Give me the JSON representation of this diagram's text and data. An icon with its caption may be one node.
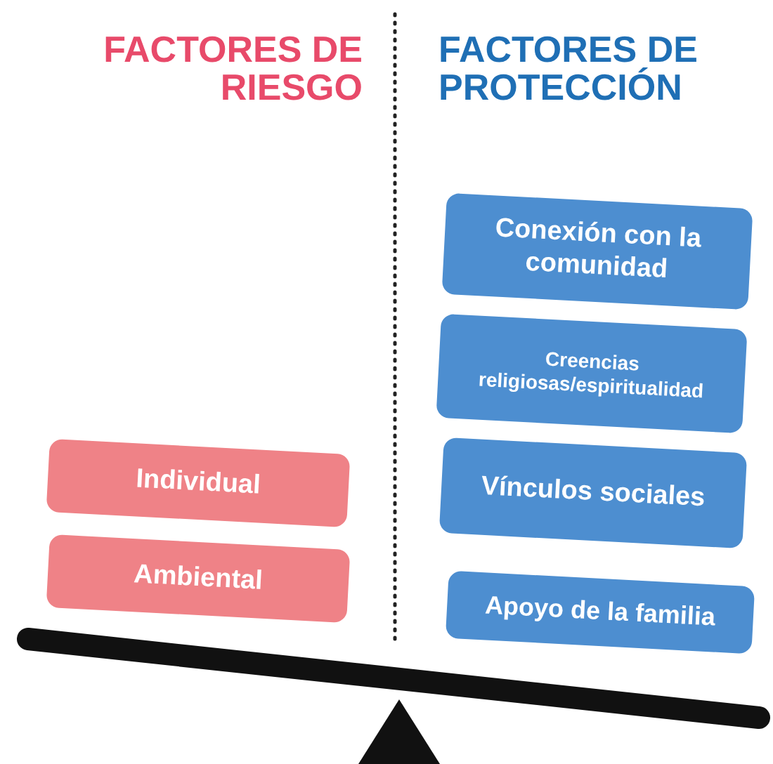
{
  "diagram": {
    "nodes": [
      {
        "text": [
          "Individual"
        ]
      },
      {
        "text": [
          "Ambiental"
        ]
      },
      {
        "text": [
          "Conexión con la comunidad"
        ]
      },
      {
        "text": [
          "Creencias religiosas/espiritualidad"
        ]
      },
      {
        "text": [
          "Vínculos sociales"
        ]
      },
      {
        "text": [
          "Apoyo de la familia"
        ]
      }
    ],
    "edges": [],
    "labels": [
      "FACTORES DE RIESGO",
      "FACTORES DE PROTECCIÓN"
    ]
  }
}
